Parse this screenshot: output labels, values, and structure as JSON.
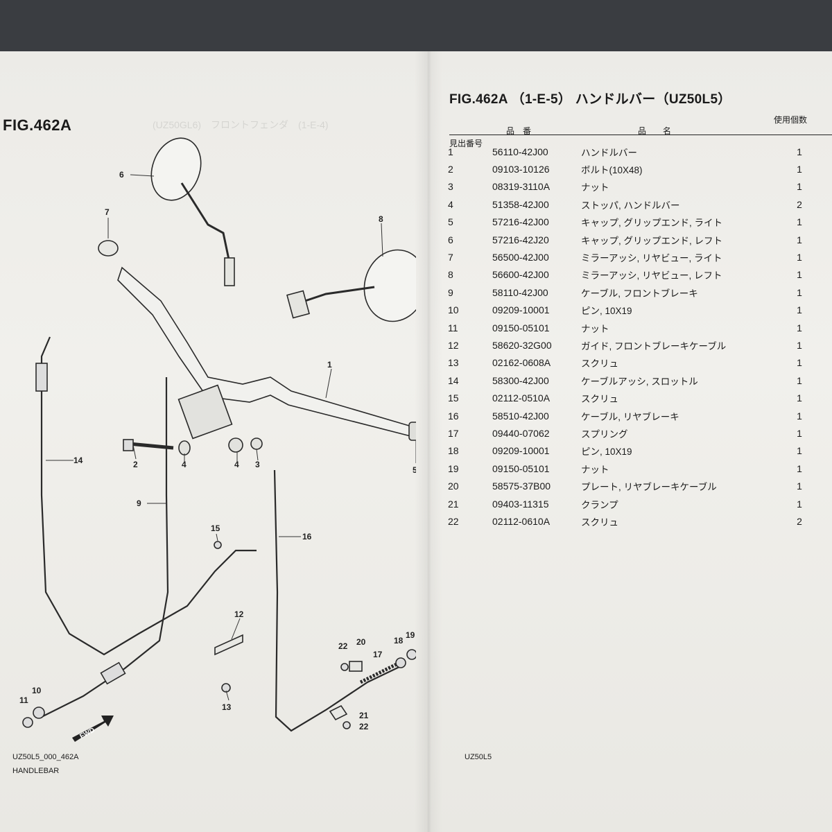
{
  "left_page": {
    "fig_title": "FIG.462A",
    "code": "UZ50L5_000_462A",
    "caption": "HANDLEBAR",
    "fwd_label": "FWD",
    "callouts": [
      "1",
      "2",
      "3",
      "4",
      "4",
      "5",
      "6",
      "7",
      "8",
      "9",
      "10",
      "11",
      "12",
      "13",
      "14",
      "15",
      "16",
      "17",
      "18",
      "19",
      "20",
      "21",
      "22",
      "22"
    ]
  },
  "right_page": {
    "fig_title": "FIG.462A （1-E-5） ハンドルバー（UZ50L5）",
    "qty_header": "使用個数",
    "col_no": "見出番号",
    "col_part_number": "品　番",
    "col_part_name": "品　　名",
    "footer_model": "UZ50L5",
    "parts": [
      {
        "no": "1",
        "pn": "56110-42J00",
        "name": "ハンドルバー",
        "qty": "1"
      },
      {
        "no": "2",
        "pn": "09103-10126",
        "name": "ボルト(10X48)",
        "qty": "1"
      },
      {
        "no": "3",
        "pn": "08319-3110A",
        "name": "ナット",
        "qty": "1"
      },
      {
        "no": "4",
        "pn": "51358-42J00",
        "name": "ストッパ, ハンドルバー",
        "qty": "2"
      },
      {
        "no": "5",
        "pn": "57216-42J00",
        "name": "キャップ, グリップエンド, ライト",
        "qty": "1"
      },
      {
        "no": "6",
        "pn": "57216-42J20",
        "name": "キャップ, グリップエンド, レフト",
        "qty": "1"
      },
      {
        "no": "7",
        "pn": "56500-42J00",
        "name": "ミラーアッシ, リヤビュー, ライト",
        "qty": "1"
      },
      {
        "no": "8",
        "pn": "56600-42J00",
        "name": "ミラーアッシ, リヤビュー, レフト",
        "qty": "1"
      },
      {
        "no": "9",
        "pn": "58110-42J00",
        "name": "ケーブル, フロントブレーキ",
        "qty": "1"
      },
      {
        "no": "10",
        "pn": "09209-10001",
        "name": "ピン, 10X19",
        "qty": "1"
      },
      {
        "no": "11",
        "pn": "09150-05101",
        "name": "ナット",
        "qty": "1"
      },
      {
        "no": "12",
        "pn": "58620-32G00",
        "name": "ガイド, フロントブレーキケーブル",
        "qty": "1"
      },
      {
        "no": "13",
        "pn": "02162-0608A",
        "name": "スクリュ",
        "qty": "1"
      },
      {
        "no": "14",
        "pn": "58300-42J00",
        "name": "ケーブルアッシ, スロットル",
        "qty": "1"
      },
      {
        "no": "15",
        "pn": "02112-0510A",
        "name": "スクリュ",
        "qty": "1"
      },
      {
        "no": "16",
        "pn": "58510-42J00",
        "name": "ケーブル, リヤブレーキ",
        "qty": "1"
      },
      {
        "no": "17",
        "pn": "09440-07062",
        "name": "スプリング",
        "qty": "1"
      },
      {
        "no": "18",
        "pn": "09209-10001",
        "name": "ピン, 10X19",
        "qty": "1"
      },
      {
        "no": "19",
        "pn": "09150-05101",
        "name": "ナット",
        "qty": "1"
      },
      {
        "no": "20",
        "pn": "58575-37B00",
        "name": "プレート, リヤブレーキケーブル",
        "qty": "1"
      },
      {
        "no": "21",
        "pn": "09403-11315",
        "name": "クランプ",
        "qty": "1"
      },
      {
        "no": "22",
        "pn": "02112-0610A",
        "name": "スクリュ",
        "qty": "2"
      }
    ]
  }
}
